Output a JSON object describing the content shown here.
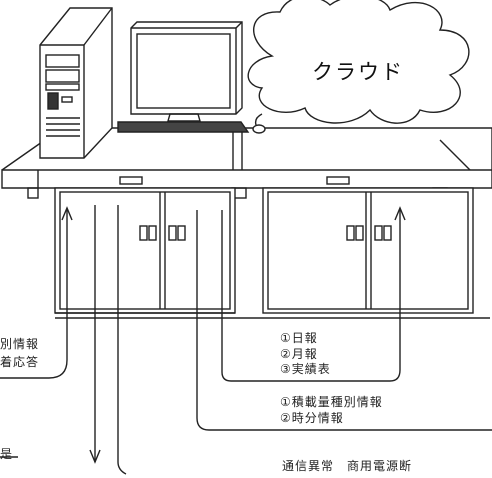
{
  "cloud": {
    "label": "クラウド"
  },
  "labels": {
    "left_top": "別情報",
    "left_mid": "着応答",
    "left_bottom": "是",
    "reports": [
      "①日報",
      "②月報",
      "③実績表"
    ],
    "loading_info": [
      "①積載量種別情報",
      "②時分情報"
    ],
    "alarm": "通信異常　商用電源断"
  }
}
